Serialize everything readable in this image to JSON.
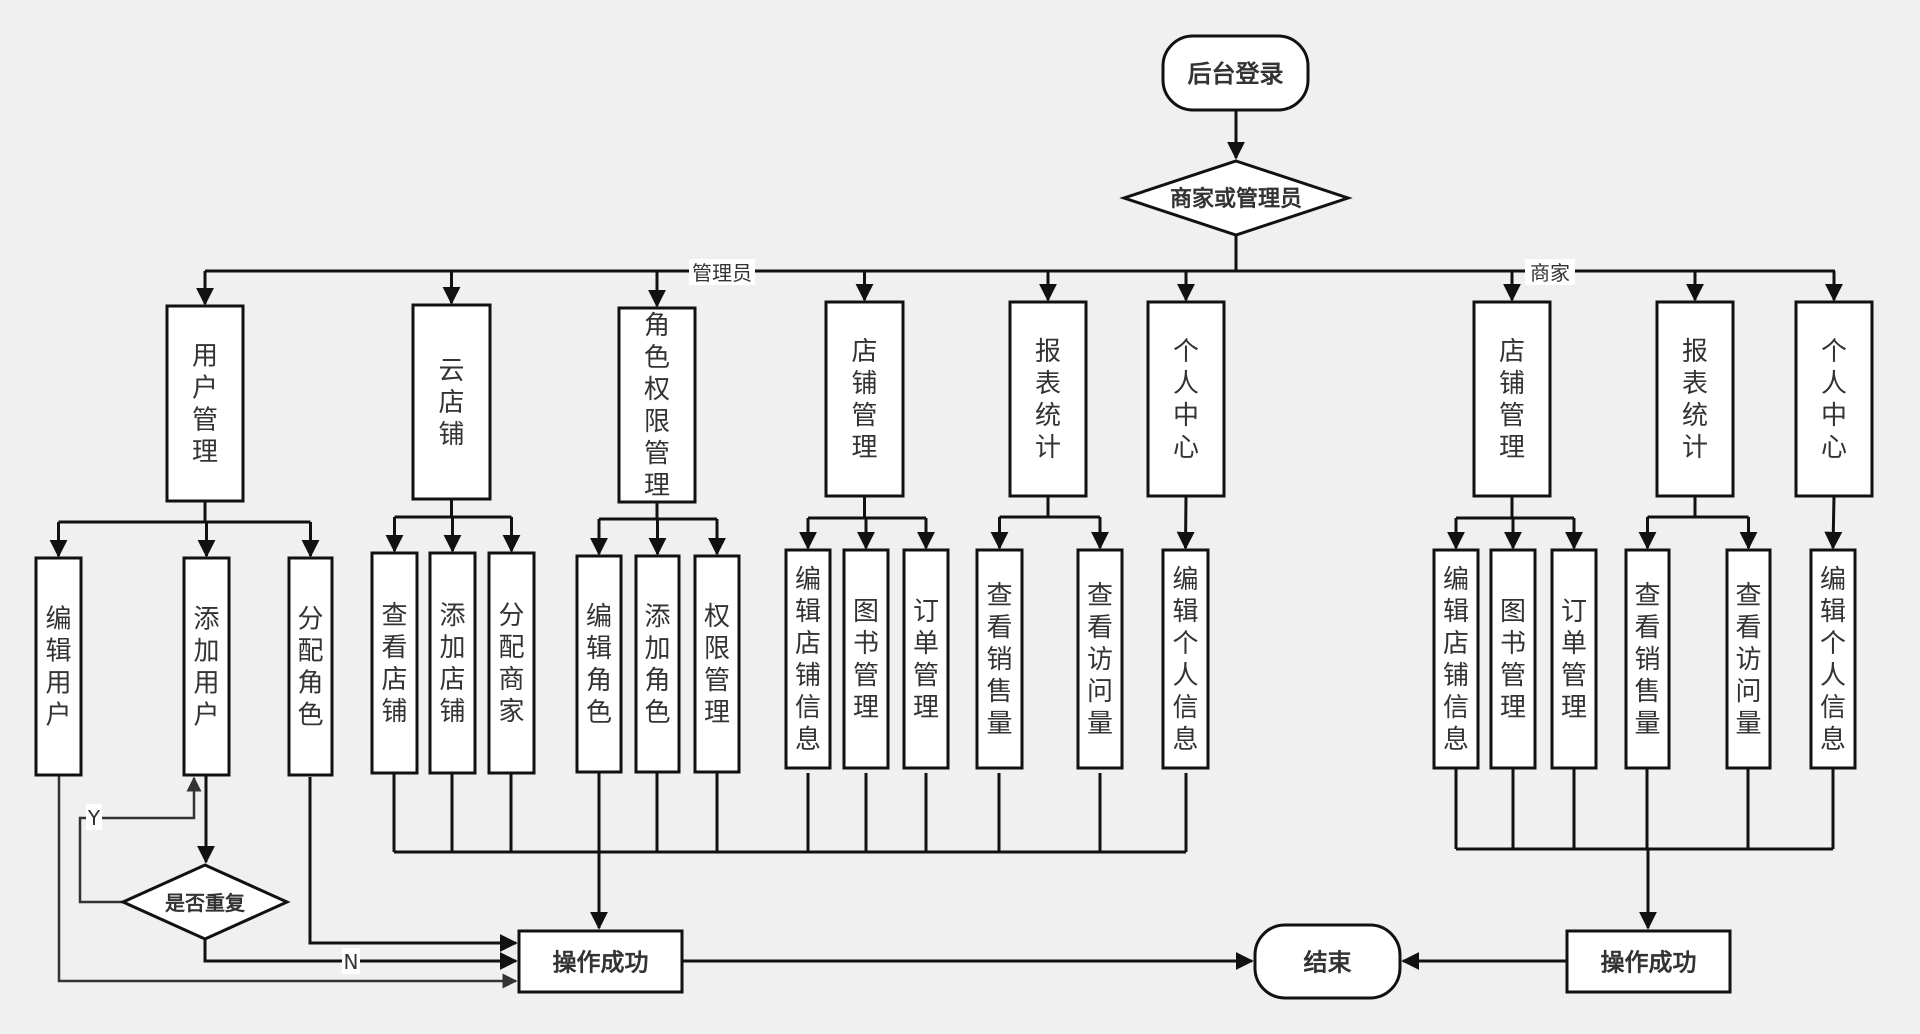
{
  "diagram": {
    "type": "flowchart",
    "start": "后台登录",
    "decision_role": "商家或管理员",
    "branch_labels": {
      "admin": "管理员",
      "merchant": "商家"
    },
    "admin_modules": [
      {
        "id": "user-mgmt",
        "label": "用户管理",
        "children": [
          "编辑用户",
          "添加用户",
          "分配角色"
        ]
      },
      {
        "id": "cloud-store",
        "label": "云店铺",
        "children": [
          "查看店铺",
          "添加店铺",
          "分配商家"
        ]
      },
      {
        "id": "role-perm",
        "label": "角色权限管理",
        "children": [
          "编辑角色",
          "添加角色",
          "权限管理"
        ]
      },
      {
        "id": "store-mgmt",
        "label": "店铺管理",
        "children": [
          "编辑店铺信息",
          "图书管理",
          "订单管理"
        ]
      },
      {
        "id": "report",
        "label": "报表统计",
        "children": [
          "查看销售量",
          "查看访问量"
        ]
      },
      {
        "id": "personal",
        "label": "个人中心",
        "children": [
          "编辑个人信息"
        ]
      }
    ],
    "merchant_modules": [
      {
        "id": "m-store-mgmt",
        "label": "店铺管理",
        "children": [
          "编辑店铺信息",
          "图书管理",
          "订单管理"
        ]
      },
      {
        "id": "m-report",
        "label": "报表统计",
        "children": [
          "查看销售量",
          "查看访问量"
        ]
      },
      {
        "id": "m-personal",
        "label": "个人中心",
        "children": [
          "编辑个人信息"
        ]
      }
    ],
    "decision_duplicate": "是否重复",
    "yes_label": "Y",
    "no_label": "N",
    "success": "操作成功",
    "end": "结束"
  }
}
